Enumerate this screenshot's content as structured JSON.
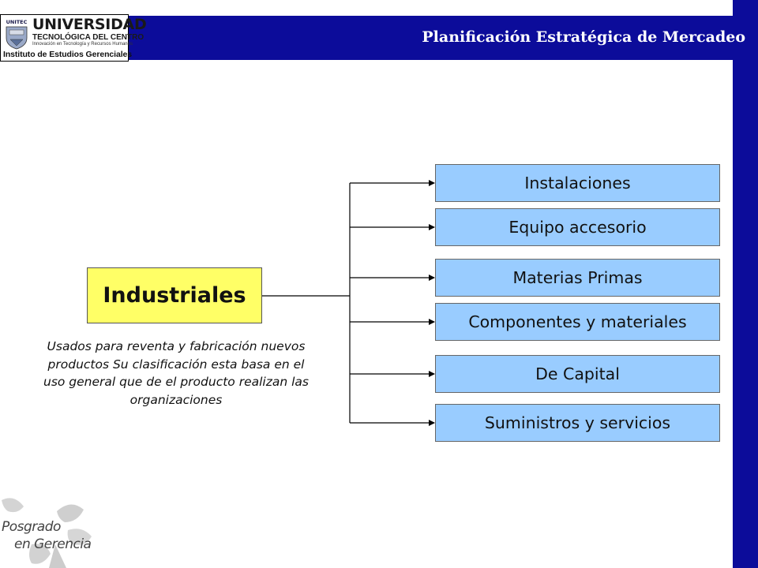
{
  "header": {
    "title": "Planificación Estratégica de Mercadeo",
    "background_color": "#0c0c9a"
  },
  "logo": {
    "emblem_label": "UNITEC",
    "line1": "UNIVERSIDAD",
    "line2": "TECNOLÓGICA DEL CENTRO",
    "line3": "Innovación en Tecnología y Recursos Humanos",
    "line4": "Instituto de Estudios Gerenciales"
  },
  "diagram": {
    "root": {
      "label": "Industriales",
      "fill_color": "#ffff66"
    },
    "description": "Usados para reventa y fabricación nuevos productos Su clasificación esta basa en el uso general que de el producto realizan las organizaciones",
    "children_fill_color": "#99ccff",
    "children": [
      {
        "label": "Instalaciones"
      },
      {
        "label": "Equipo accesorio"
      },
      {
        "label": "Materias Primas"
      },
      {
        "label": "Componentes y materiales"
      },
      {
        "label": "De Capital"
      },
      {
        "label": "Suministros y servicios"
      }
    ]
  },
  "footer_logo": {
    "line1": "Posgrado",
    "line2": "en Gerencia"
  }
}
